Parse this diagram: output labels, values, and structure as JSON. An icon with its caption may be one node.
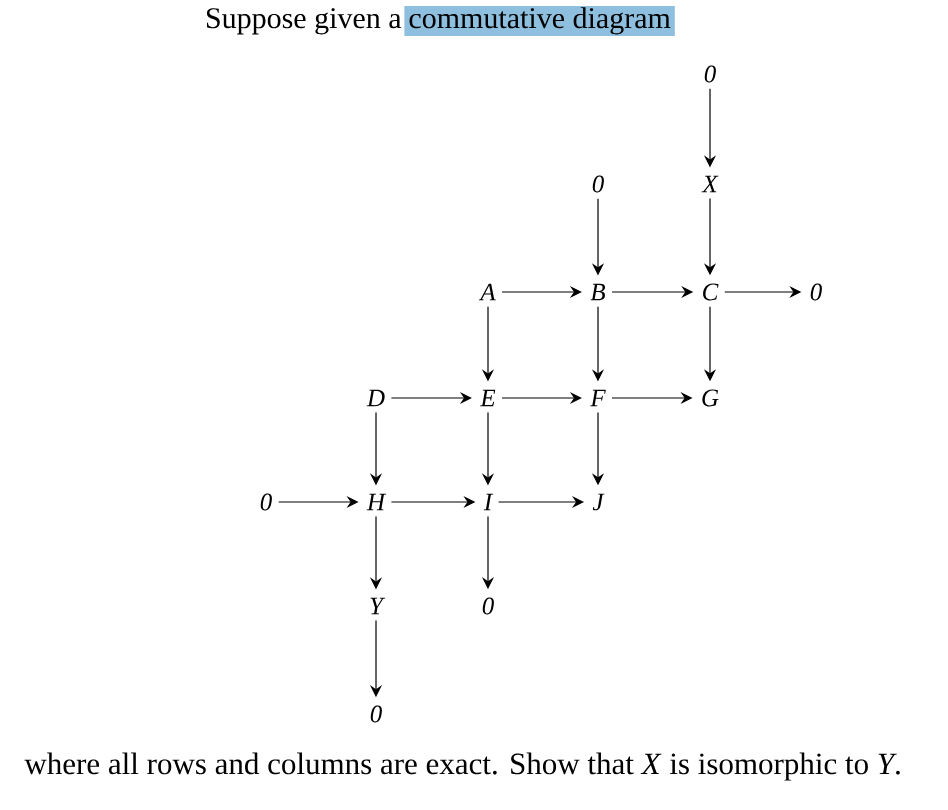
{
  "diagram": {
    "nodes": [
      {
        "text": [
          "0"
        ]
      },
      {
        "text": [
          "0"
        ]
      },
      {
        "text": [
          "X"
        ]
      },
      {
        "text": [
          "A"
        ]
      },
      {
        "text": [
          "B"
        ]
      },
      {
        "text": [
          "C"
        ]
      },
      {
        "text": [
          "0"
        ]
      },
      {
        "text": [
          "D"
        ]
      },
      {
        "text": [
          "E"
        ]
      },
      {
        "text": [
          "F"
        ]
      },
      {
        "text": [
          "G"
        ]
      },
      {
        "text": [
          "0"
        ]
      },
      {
        "text": [
          "H"
        ]
      },
      {
        "text": [
          "I"
        ]
      },
      {
        "text": [
          "J"
        ]
      },
      {
        "text": [
          "Y"
        ]
      },
      {
        "text": [
          "0"
        ]
      },
      {
        "text": [
          "0"
        ]
      }
    ],
    "edges": [
      {
        "from": 0,
        "to": 2,
        "arrow": "to"
      },
      {
        "from": 2,
        "to": 5,
        "arrow": "to"
      },
      {
        "from": 1,
        "to": 4,
        "arrow": "to"
      },
      {
        "from": 3,
        "to": 4,
        "arrow": "to"
      },
      {
        "from": 4,
        "to": 5,
        "arrow": "to"
      },
      {
        "from": 5,
        "to": 6,
        "arrow": "to"
      },
      {
        "from": 3,
        "to": 8,
        "arrow": "to"
      },
      {
        "from": 4,
        "to": 9,
        "arrow": "to"
      },
      {
        "from": 5,
        "to": 10,
        "arrow": "to"
      },
      {
        "from": 7,
        "to": 8,
        "arrow": "to"
      },
      {
        "from": 8,
        "to": 9,
        "arrow": "to"
      },
      {
        "from": 9,
        "to": 10,
        "arrow": "to"
      },
      {
        "from": 7,
        "to": 12,
        "arrow": "to"
      },
      {
        "from": 8,
        "to": 13,
        "arrow": "to"
      },
      {
        "from": 9,
        "to": 14,
        "arrow": "to"
      },
      {
        "from": 11,
        "to": 12,
        "arrow": "to"
      },
      {
        "from": 12,
        "to": 13,
        "arrow": "to"
      },
      {
        "from": 13,
        "to": 14,
        "arrow": "to"
      },
      {
        "from": 12,
        "to": 15,
        "arrow": "to"
      },
      {
        "from": 13,
        "to": 16,
        "arrow": "to"
      },
      {
        "from": 15,
        "to": 17,
        "arrow": "to"
      }
    ],
    "labels": [
      "Suppose given a",
      "commutative diagram",
      "where all rows and columns are exact. Show that *X* is isomorphic to *Y*."
    ]
  }
}
